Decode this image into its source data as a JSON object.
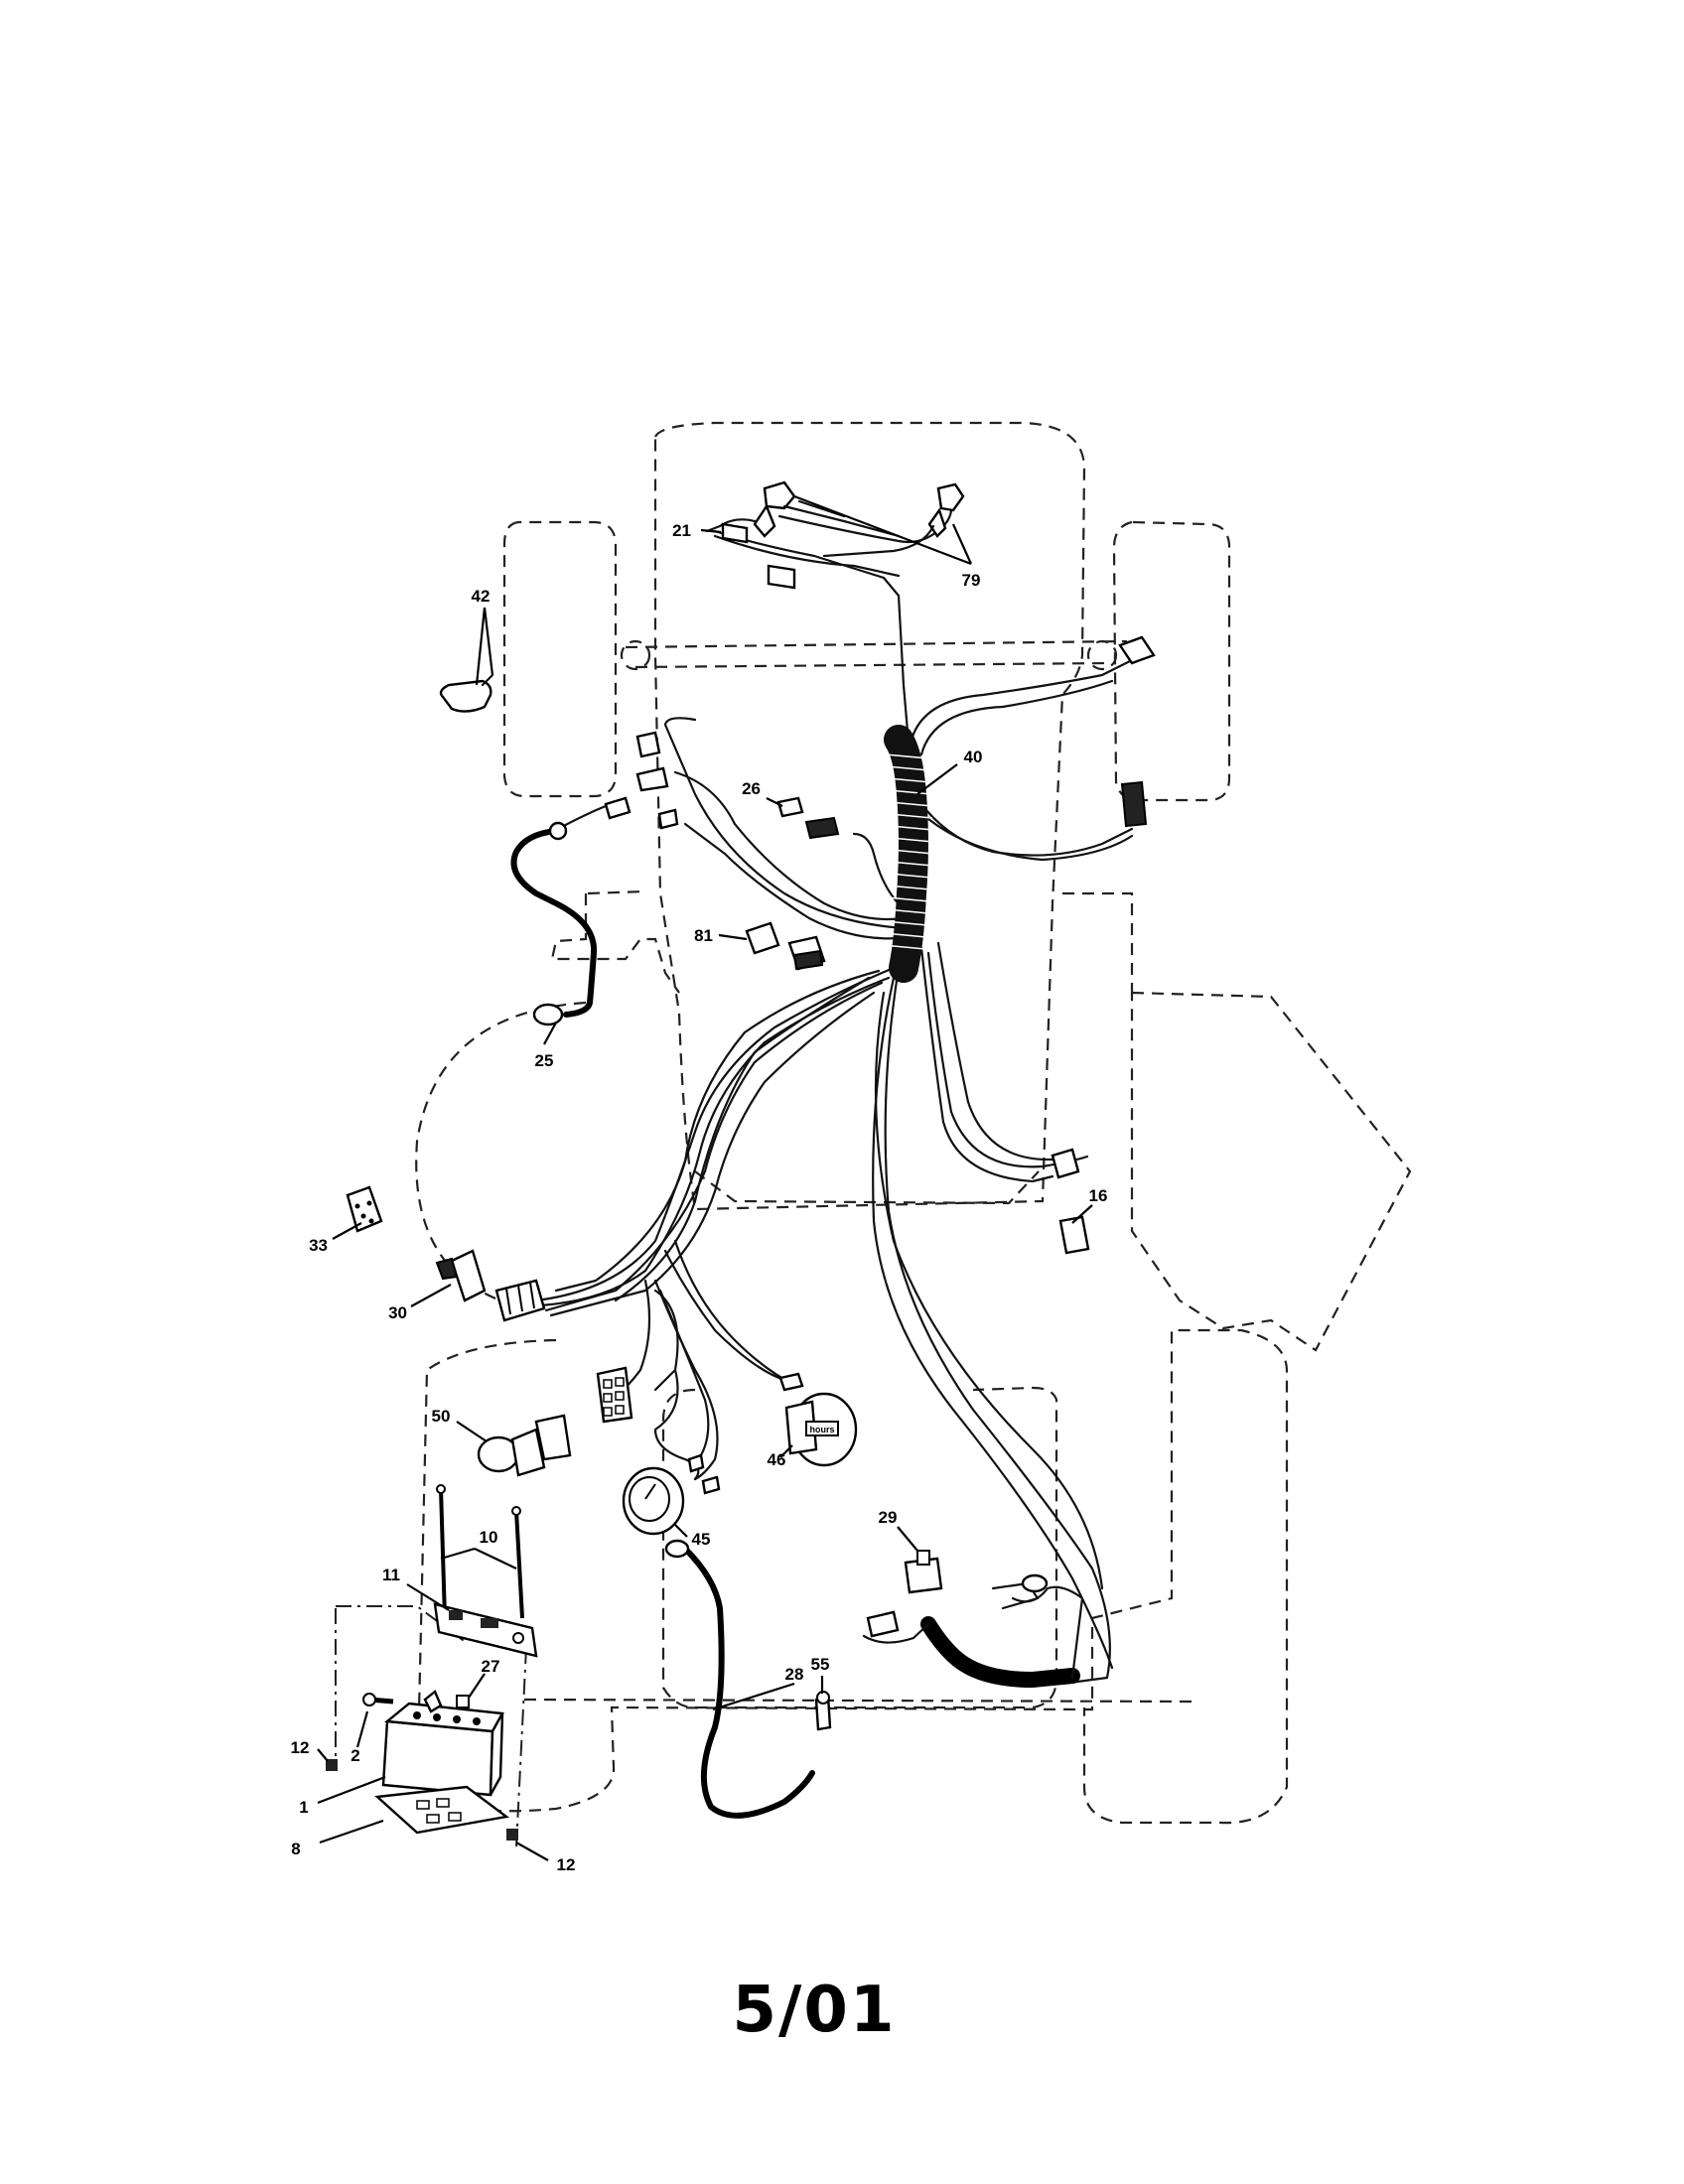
{
  "callouts": {
    "c21": "21",
    "c79": "79",
    "c42": "42",
    "c40": "40",
    "c26": "26",
    "c81": "81",
    "c25": "25",
    "c33": "33",
    "c30": "30",
    "c16": "16",
    "c50": "50",
    "c46": "46",
    "c10": "10",
    "c11": "11",
    "c45": "45",
    "c29": "29",
    "c27": "27",
    "c28": "28",
    "c55": "55",
    "c12a": "12",
    "c2": "2",
    "c1": "1",
    "c8": "8",
    "c12b": "12",
    "meter_label": "hours"
  },
  "footer": {
    "date_code": "5/01"
  }
}
